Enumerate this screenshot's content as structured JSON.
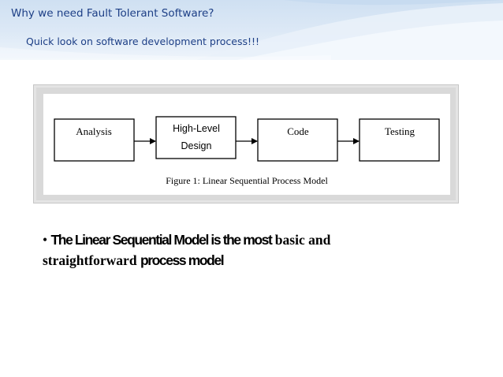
{
  "slide": {
    "title": "Why we need Fault Tolerant Software?",
    "subtitle": "Quick look on software development process!!!"
  },
  "diagram": {
    "boxes": [
      {
        "id": "analysis",
        "label": "Analysis"
      },
      {
        "id": "design",
        "label_line1": "High-Level",
        "label_line2": "Design"
      },
      {
        "id": "code",
        "label": "Code"
      },
      {
        "id": "testing",
        "label": "Testing"
      }
    ],
    "caption": "Figure 1: Linear Sequential Process Model"
  },
  "bullet": {
    "marker": "•",
    "part1": "The Linear Sequential Model is the most",
    "part2": "basic and",
    "part3": "straightforward",
    "part4": "process model"
  },
  "colors": {
    "title": "#1d3f86",
    "header_bg": "#dde9f6"
  }
}
